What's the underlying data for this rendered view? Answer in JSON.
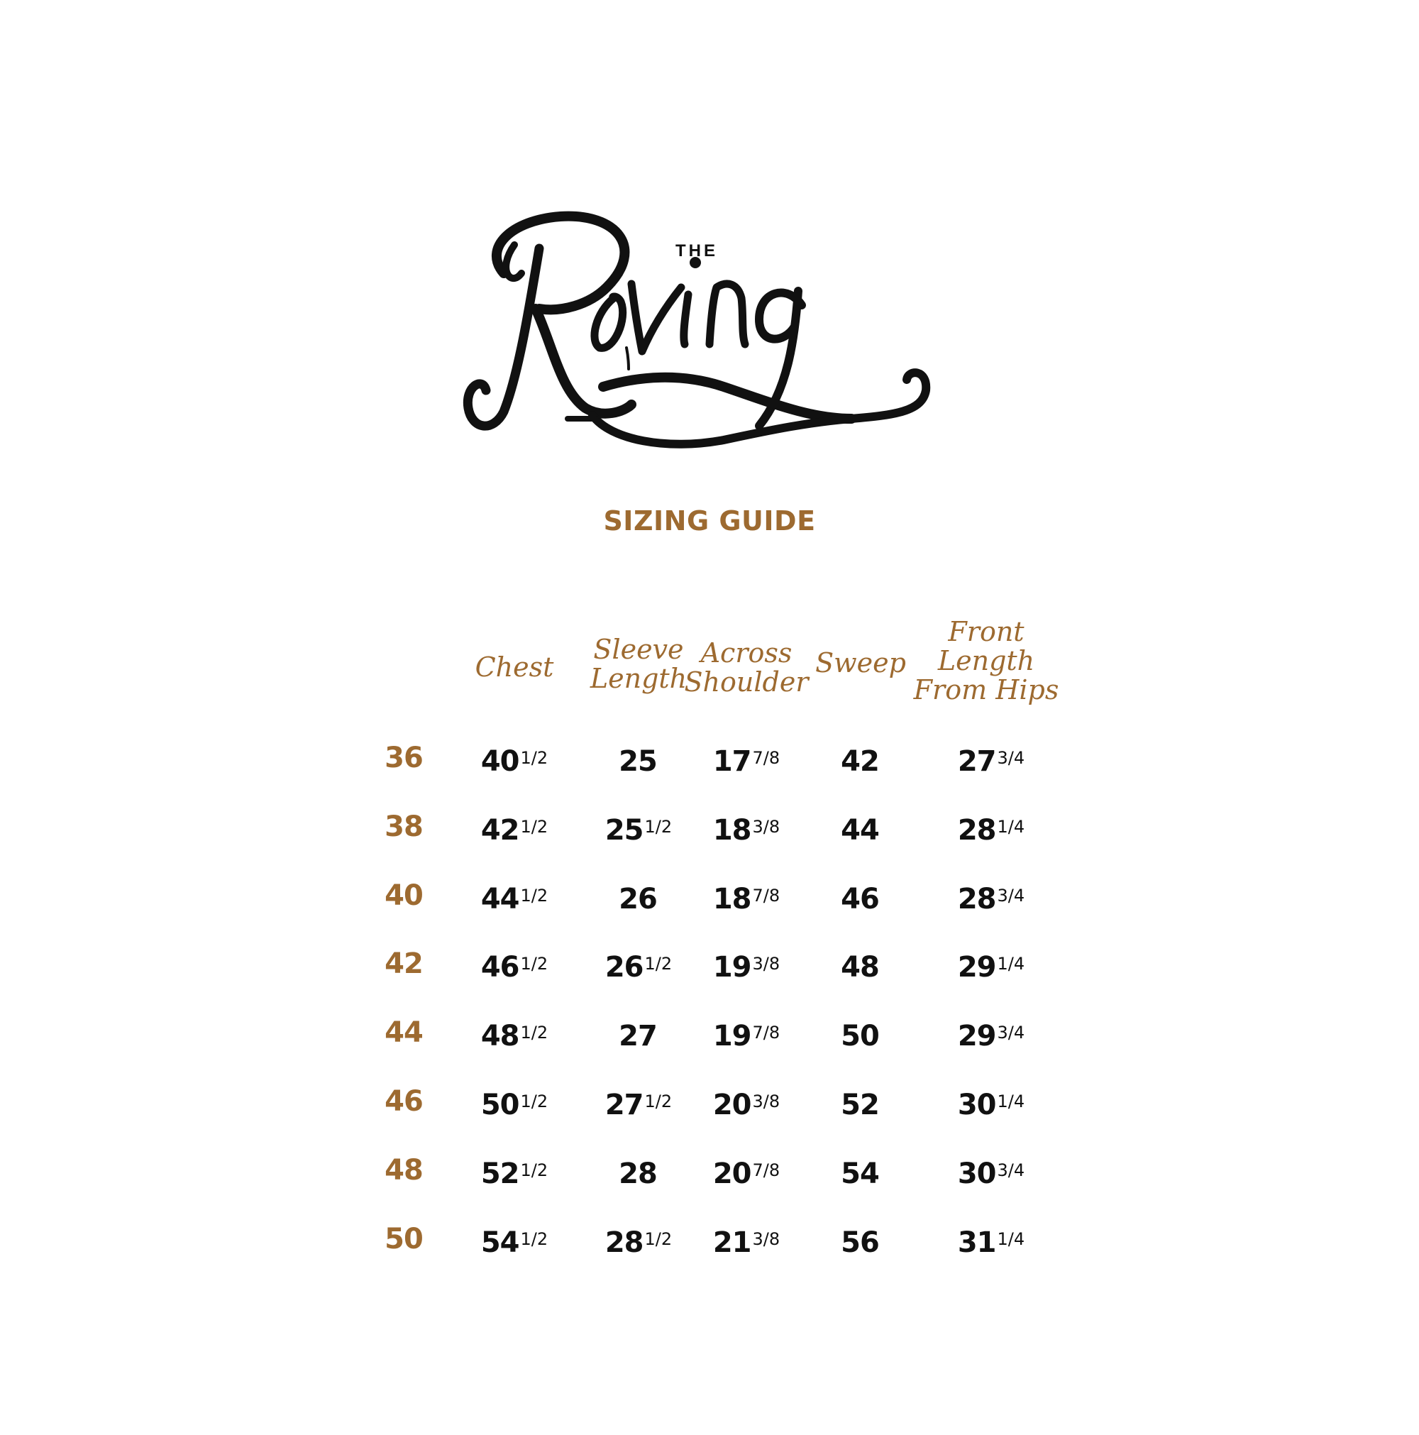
{
  "logo": {
    "prefix": "THE",
    "name": "Roving"
  },
  "title": "SIZING GUIDE",
  "colors": {
    "accent": "#9d6a30",
    "text": "#111111",
    "background": "#ffffff"
  },
  "table": {
    "columns": [
      {
        "key": "chest",
        "label": "Chest"
      },
      {
        "key": "sleeve",
        "label": "Sleeve\nLength"
      },
      {
        "key": "shoulder",
        "label": "Across\nShoulder"
      },
      {
        "key": "sweep",
        "label": "Sweep"
      },
      {
        "key": "front",
        "label": "Front\nLength\nFrom Hips"
      }
    ],
    "rows": [
      {
        "size": "36",
        "chest": {
          "w": "40",
          "f": "1/2"
        },
        "sleeve": {
          "w": "25",
          "f": ""
        },
        "shoulder": {
          "w": "17",
          "f": "7/8"
        },
        "sweep": {
          "w": "42",
          "f": ""
        },
        "front": {
          "w": "27",
          "f": "3/4"
        }
      },
      {
        "size": "38",
        "chest": {
          "w": "42",
          "f": "1/2"
        },
        "sleeve": {
          "w": "25",
          "f": "1/2"
        },
        "shoulder": {
          "w": "18",
          "f": "3/8"
        },
        "sweep": {
          "w": "44",
          "f": ""
        },
        "front": {
          "w": "28",
          "f": "1/4"
        }
      },
      {
        "size": "40",
        "chest": {
          "w": "44",
          "f": "1/2"
        },
        "sleeve": {
          "w": "26",
          "f": ""
        },
        "shoulder": {
          "w": "18",
          "f": "7/8"
        },
        "sweep": {
          "w": "46",
          "f": ""
        },
        "front": {
          "w": "28",
          "f": "3/4"
        }
      },
      {
        "size": "42",
        "chest": {
          "w": "46",
          "f": "1/2"
        },
        "sleeve": {
          "w": "26",
          "f": "1/2"
        },
        "shoulder": {
          "w": "19",
          "f": "3/8"
        },
        "sweep": {
          "w": "48",
          "f": ""
        },
        "front": {
          "w": "29",
          "f": "1/4"
        }
      },
      {
        "size": "44",
        "chest": {
          "w": "48",
          "f": "1/2"
        },
        "sleeve": {
          "w": "27",
          "f": ""
        },
        "shoulder": {
          "w": "19",
          "f": "7/8"
        },
        "sweep": {
          "w": "50",
          "f": ""
        },
        "front": {
          "w": "29",
          "f": "3/4"
        }
      },
      {
        "size": "46",
        "chest": {
          "w": "50",
          "f": "1/2"
        },
        "sleeve": {
          "w": "27",
          "f": "1/2"
        },
        "shoulder": {
          "w": "20",
          "f": "3/8"
        },
        "sweep": {
          "w": "52",
          "f": ""
        },
        "front": {
          "w": "30",
          "f": "1/4"
        }
      },
      {
        "size": "48",
        "chest": {
          "w": "52",
          "f": "1/2"
        },
        "sleeve": {
          "w": "28",
          "f": ""
        },
        "shoulder": {
          "w": "20",
          "f": "7/8"
        },
        "sweep": {
          "w": "54",
          "f": ""
        },
        "front": {
          "w": "30",
          "f": "3/4"
        }
      },
      {
        "size": "50",
        "chest": {
          "w": "54",
          "f": "1/2"
        },
        "sleeve": {
          "w": "28",
          "f": "1/2"
        },
        "shoulder": {
          "w": "21",
          "f": "3/8"
        },
        "sweep": {
          "w": "56",
          "f": ""
        },
        "front": {
          "w": "31",
          "f": "1/4"
        }
      }
    ]
  }
}
